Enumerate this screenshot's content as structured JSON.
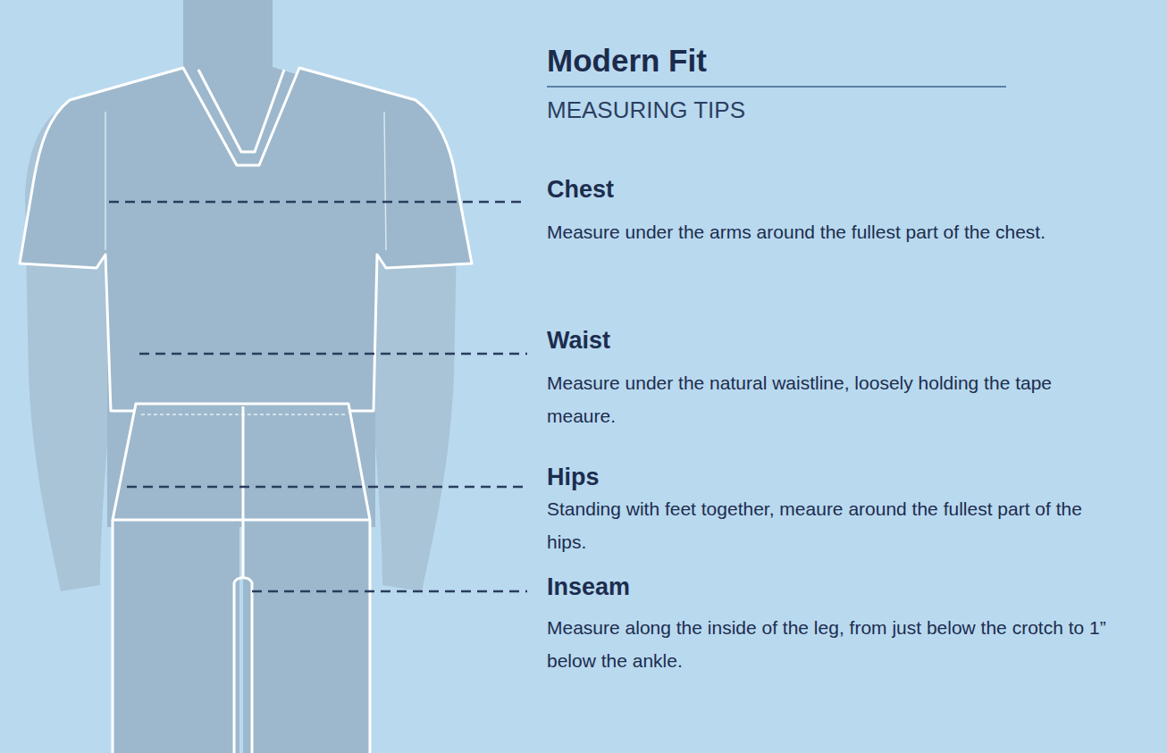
{
  "diagram": {
    "title": "Modern Fit",
    "labels": [
      "MEASURING TIPS",
      "Chest",
      "Measure under the arms around the fullest part of the chest.",
      "Waist",
      "Measure under the natural waistline, loosely holding the tape meaure.",
      "Hips",
      "Standing with feet together, meaure around the fullest part of the hips.",
      "Inseam",
      "Measure along the inside of the leg, from just below the crotch to 1” below the ankle."
    ]
  }
}
